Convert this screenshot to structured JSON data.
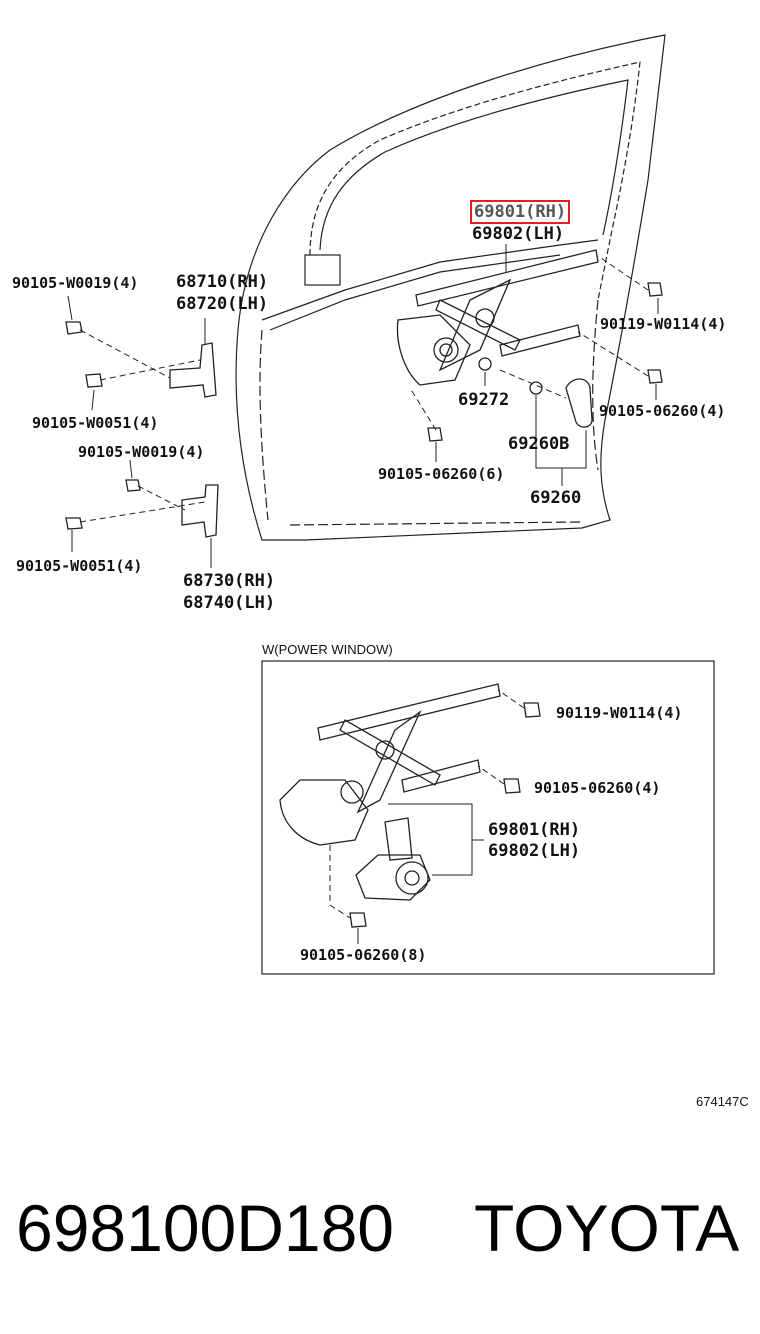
{
  "diagram": {
    "callouts": {
      "reg_rh_top": "69801(RH)",
      "reg_lh_top": "69802(LH)",
      "bolt_w0019_top": "90105-W0019(4)",
      "hinge_up_rh": "68710(RH)",
      "hinge_up_lh": "68720(LH)",
      "bolt_w0051_top": "90105-W0051(4)",
      "bolt_w0019_bottom": "90105-W0019(4)",
      "bolt_w0051_bottom": "90105-W0051(4)",
      "hinge_low_rh": "68730(RH)",
      "hinge_low_lh": "68740(LH)",
      "bolt_w0114_top": "90119-W0114(4)",
      "bolt_06260_4_top": "90105-06260(4)",
      "part_69272": "69272",
      "part_69260b": "69260B",
      "part_69260": "69260",
      "bolt_06260_6": "90105-06260(6)"
    },
    "inset": {
      "title": "W(POWER WINDOW)",
      "bolt_w0114": "90119-W0114(4)",
      "bolt_06260_4": "90105-06260(4)",
      "reg_rh": "69801(RH)",
      "reg_lh": "69802(LH)",
      "bolt_06260_8": "90105-06260(8)"
    },
    "figure_code": "674147C"
  },
  "caption": {
    "part_number": "698100D180",
    "brand": "TOYOTA"
  },
  "colors": {
    "highlight": "#e02020",
    "line": "#222222"
  }
}
